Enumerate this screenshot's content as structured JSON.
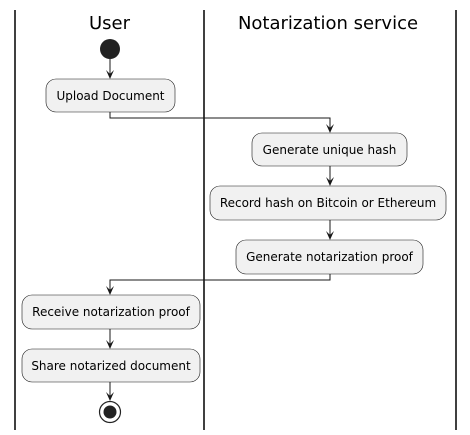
{
  "lanes": [
    {
      "id": "user",
      "title": "User"
    },
    {
      "id": "service",
      "title": "Notarization service"
    }
  ],
  "nodes": {
    "upload": "Upload Document",
    "hash": "Generate unique hash",
    "record": "Record hash on Bitcoin or Ethereum",
    "proof": "Generate notarization proof",
    "receive": "Receive notarization proof",
    "share": "Share notarized document"
  }
}
